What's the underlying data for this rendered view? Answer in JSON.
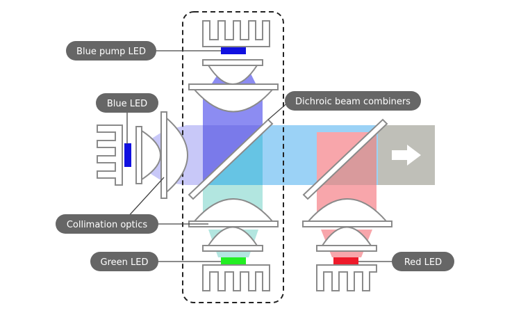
{
  "labels": {
    "blue_pump_led": "Blue pump LED",
    "blue_led": "Blue LED",
    "dichroic": "Dichroic beam combiners",
    "collimation": "Collimation optics",
    "green_led": "Green LED",
    "red_led": "Red LED"
  },
  "colors": {
    "blue_led": "#1010e0",
    "green_led": "#22ee22",
    "red_led": "#ee1a2a",
    "blue_beam": "#7777ee",
    "cyan_beam": "#88ccf4",
    "teal_beam": "#a8e4dc",
    "red_beam": "#f8a8ac",
    "output_beam": "#bfbfb8",
    "label_bg": "#666666",
    "outline": "#8a8a8a"
  },
  "icons": {
    "output_arrow": "right-arrow-icon"
  }
}
